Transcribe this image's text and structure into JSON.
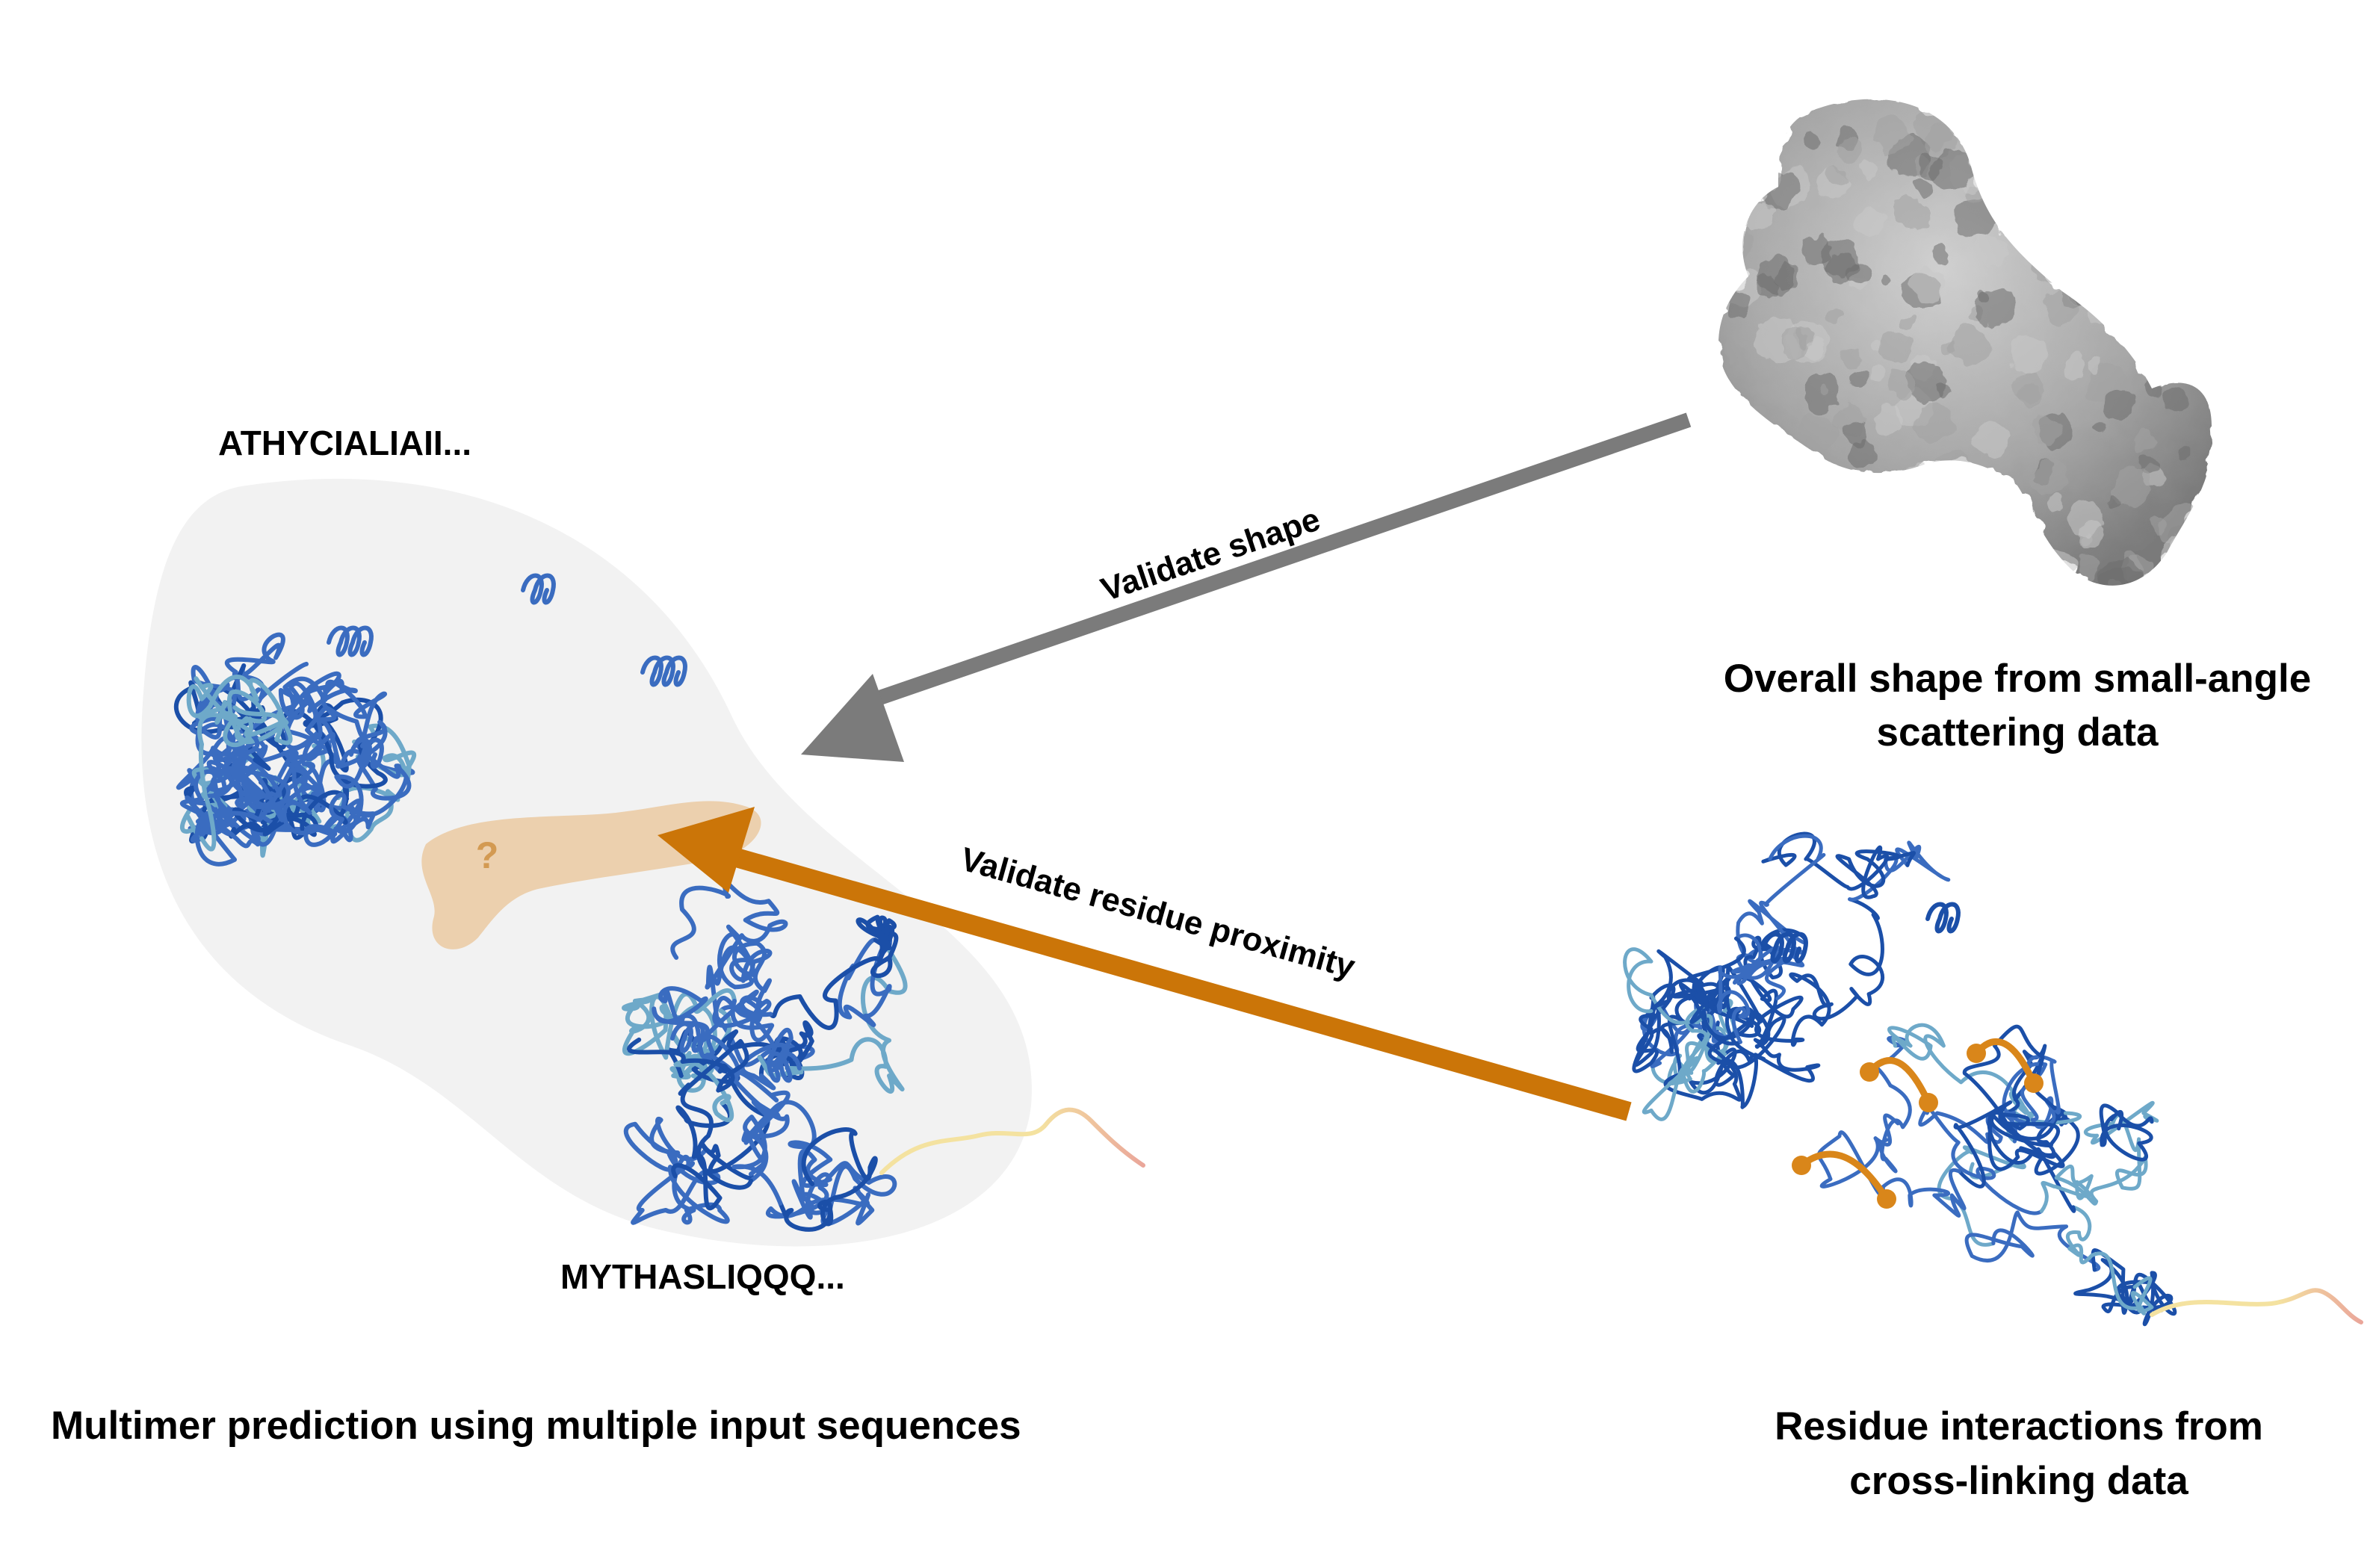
{
  "labels": {
    "seq_a": "ATHYCIALIAII...",
    "seq_b": "MYTHASLIQQQ...",
    "left_caption": "Multimer prediction using multiple input sequences",
    "question_mark": "?",
    "saxs_caption_line1": "Overall shape from small-angle",
    "saxs_caption_line2": "scattering data",
    "xl_caption_line1": "Residue interactions from",
    "xl_caption_line2": "cross-linking data",
    "arrow_shape_label": "Validate shape",
    "arrow_proximity_label": "Validate residue proximity"
  },
  "colors": {
    "blob": "#f2f2f2",
    "interface": "#ecd0ae",
    "interface_text": "#d39a52",
    "protein_dark": "#1b4fa8",
    "protein_mid": "#3a6cc0",
    "protein_light": "#6ea9c9",
    "tail_yellow": "#f4e2a0",
    "tail_pink": "#eaa69a",
    "surface_base": "#a3a3a3",
    "surface_shadow": "#6e6e6e",
    "surface_light": "#c9c9c9",
    "arrow_grey": "#7b7b7b",
    "arrow_orange": "#cb7508",
    "crosslink": "#d9861a",
    "text": "#000000"
  }
}
